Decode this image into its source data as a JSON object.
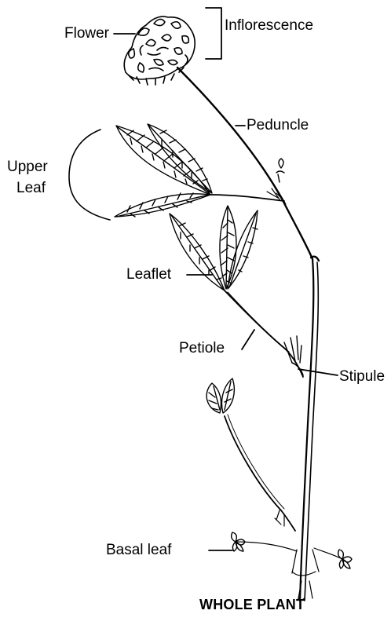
{
  "diagram": {
    "title": "WHOLE PLANT",
    "labels": {
      "flower": "Flower",
      "inflorescence": "Inflorescence",
      "peduncle": "Peduncle",
      "upper_leaf_line1": "Upper",
      "upper_leaf_line2": "Leaf",
      "leaflet": "Leaflet",
      "petiole": "Petiole",
      "stipule": "Stipule",
      "basal_leaf": "Basal leaf"
    },
    "colors": {
      "ink": "#000000",
      "background": "#ffffff"
    }
  }
}
